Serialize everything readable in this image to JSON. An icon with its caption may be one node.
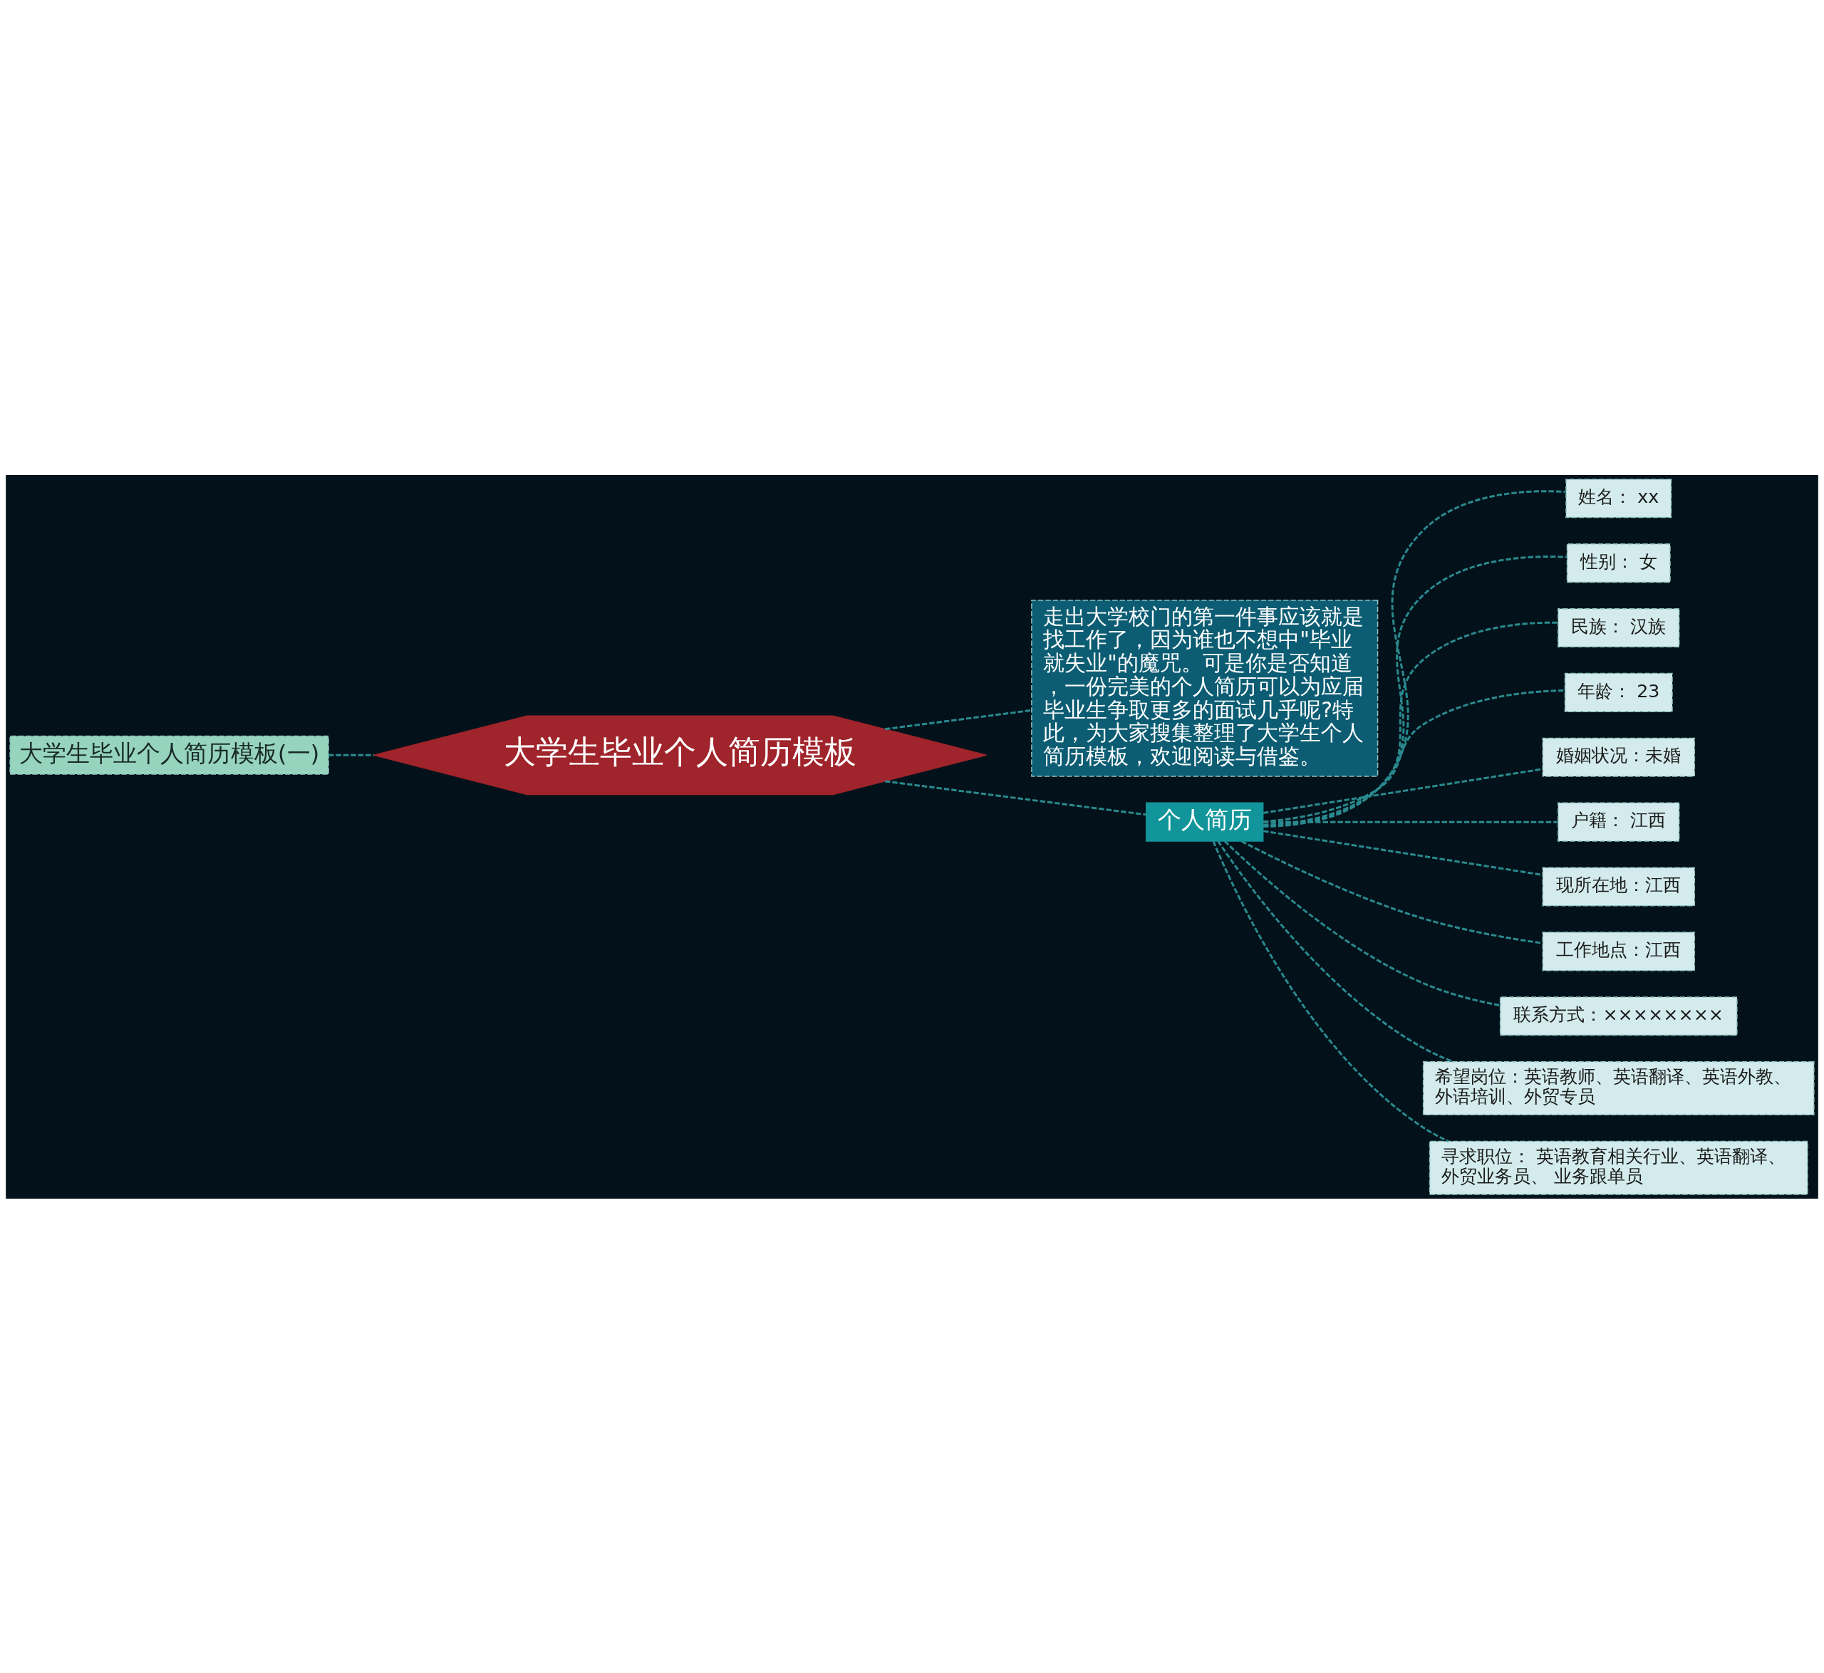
{
  "diagram": {
    "nodes": [
      {
        "text": [
          "大学生毕业个人简历模板(一)"
        ]
      },
      {
        "text": [
          "大学生毕业个人简历模板"
        ]
      },
      {
        "text": [
          "走出大学校门的第一件事应该就是找工作了，因为谁也不想中\"毕业就失业\"的魔咒。可是你是否知道，一份完美的个人简历可以为应届毕业生争取更多的面试几乎呢?特此，为大家搜集整理了大学生个人简历模板，欢迎阅读与借鉴。"
        ]
      },
      {
        "text": [
          "个人简历"
        ]
      },
      {
        "text": [
          "姓名： xx"
        ]
      },
      {
        "text": [
          "性别： 女"
        ]
      },
      {
        "text": [
          "民族： 汉族"
        ]
      },
      {
        "text": [
          "年龄： 23"
        ]
      },
      {
        "text": [
          "婚姻状况：未婚"
        ]
      },
      {
        "text": [
          "户籍： 江西"
        ]
      },
      {
        "text": [
          "现所在地：江西"
        ]
      },
      {
        "text": [
          "工作地点：江西"
        ]
      },
      {
        "text": [
          "联系方式：××××××××"
        ]
      },
      {
        "text": [
          "希望岗位：英语教师、英语翻译、英语外教、外语培训、外贸专员"
        ]
      },
      {
        "text": [
          "寻求职位： 英语教育相关行业、英语翻译、外贸业务员、 业务跟单员"
        ]
      }
    ],
    "edges": [
      {
        "from": 0,
        "to": 1,
        "arrow": "none"
      },
      {
        "from": 1,
        "to": 2,
        "arrow": "none"
      },
      {
        "from": 1,
        "to": 3,
        "arrow": "none"
      },
      {
        "from": 3,
        "to": 4,
        "arrow": "none"
      },
      {
        "from": 3,
        "to": 5,
        "arrow": "none"
      },
      {
        "from": 3,
        "to": 6,
        "arrow": "none"
      },
      {
        "from": 3,
        "to": 7,
        "arrow": "none"
      },
      {
        "from": 3,
        "to": 8,
        "arrow": "none"
      },
      {
        "from": 3,
        "to": 9,
        "arrow": "none"
      },
      {
        "from": 3,
        "to": 10,
        "arrow": "none"
      },
      {
        "from": 3,
        "to": 11,
        "arrow": "none"
      },
      {
        "from": 3,
        "to": 12,
        "arrow": "none"
      },
      {
        "from": 3,
        "to": 13,
        "arrow": "none"
      },
      {
        "from": 3,
        "to": 14,
        "arrow": "none"
      }
    ]
  }
}
